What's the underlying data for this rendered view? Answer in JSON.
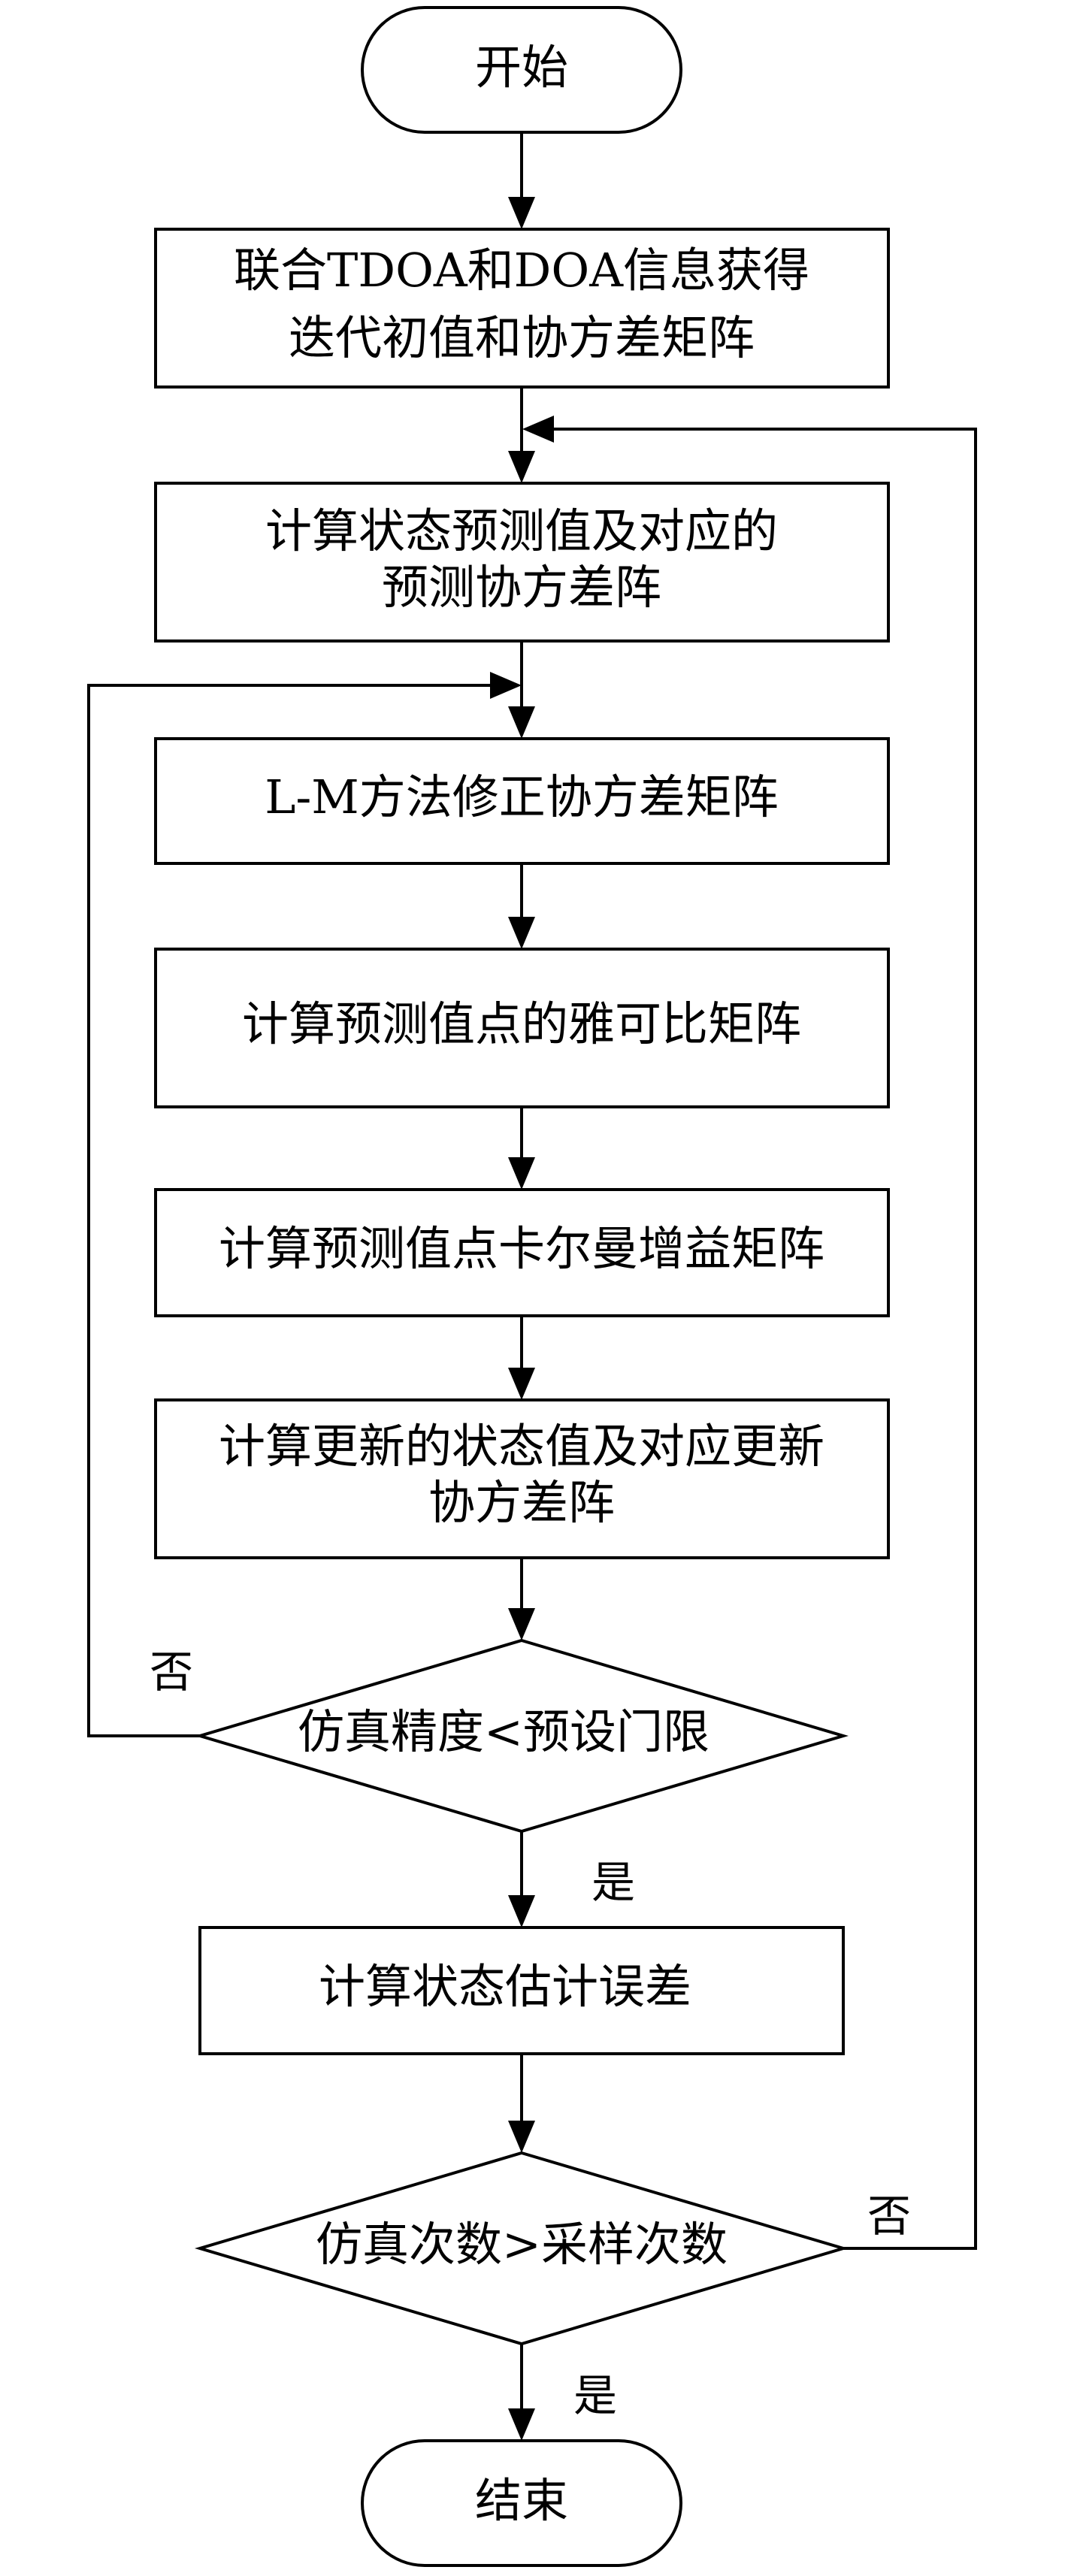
{
  "nodes": {
    "start": {
      "text": "开始"
    },
    "init": {
      "line1": "联合TDOA和DOA信息获得",
      "line2": "迭代初值和协方差矩阵"
    },
    "predict": {
      "line1": "计算状态预测值及对应的",
      "line2": "预测协方差阵"
    },
    "lm": {
      "text": "L-M方法修正协方差矩阵"
    },
    "jacobian": {
      "text": "计算预测值点的雅可比矩阵"
    },
    "kalman": {
      "text": "计算预测值点卡尔曼增益矩阵"
    },
    "update": {
      "line1": "计算更新的状态值及对应更新",
      "line2": "协方差阵"
    },
    "precision": {
      "text": "仿真精度<预设门限"
    },
    "error": {
      "text": "计算状态估计误差"
    },
    "count": {
      "text": "仿真次数>采样次数"
    },
    "end": {
      "text": "结束"
    }
  },
  "branches": {
    "precision_no": "否",
    "precision_yes": "是",
    "count_no": "否",
    "count_yes": "是"
  }
}
